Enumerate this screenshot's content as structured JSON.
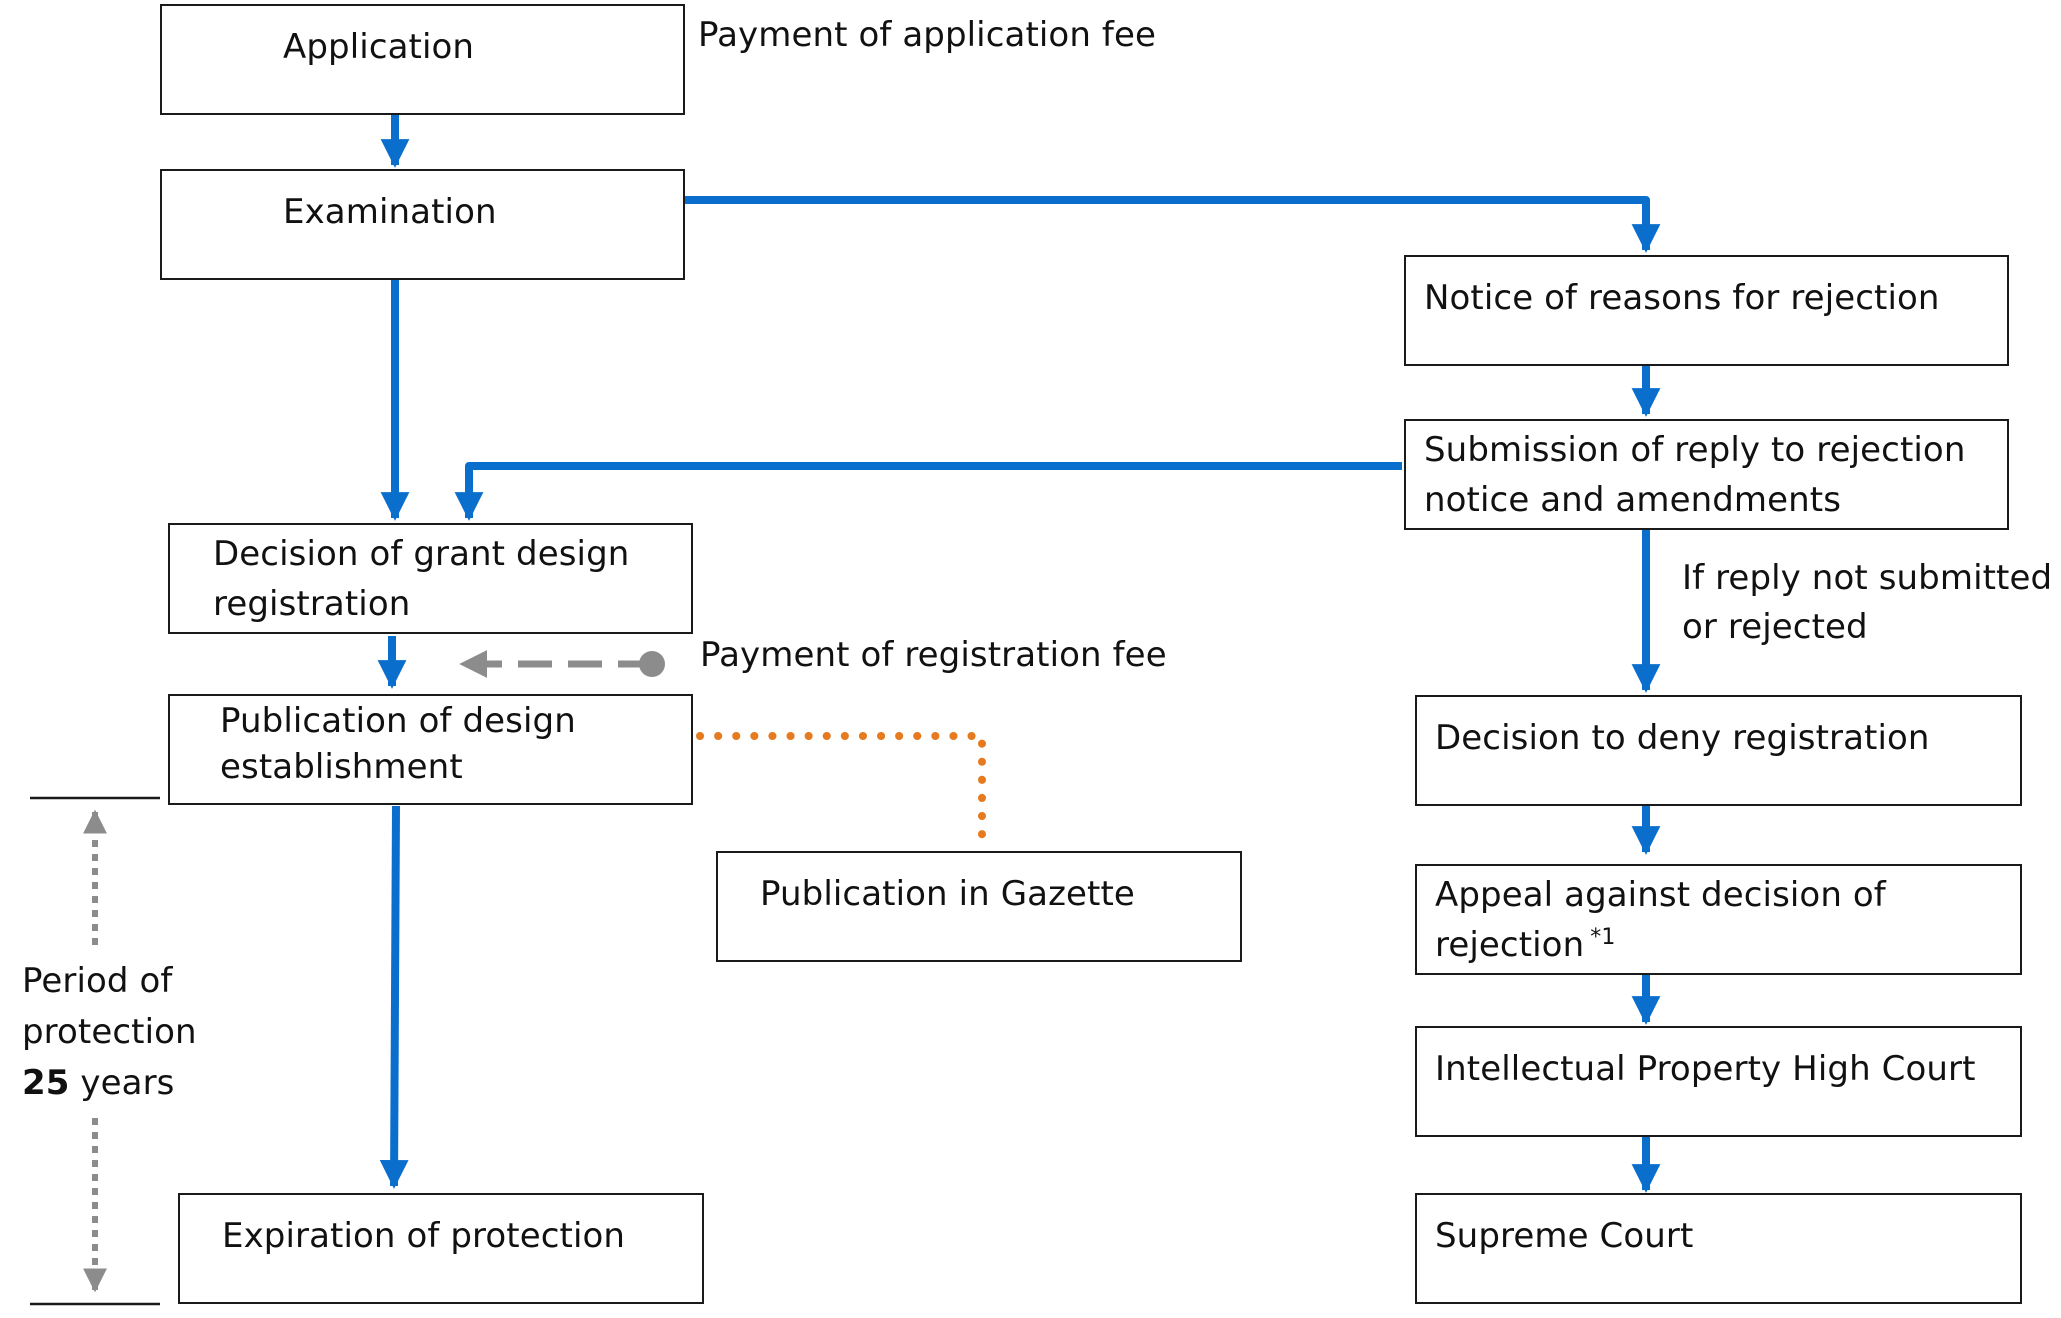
{
  "boxes": {
    "application": "Application",
    "examination": "Examination",
    "notice_rejection": "Notice of reasons for rejection",
    "submission_reply": [
      "Submission of reply to rejection",
      "notice and amendments"
    ],
    "decision_grant": [
      "Decision of grant design",
      "registration"
    ],
    "publication_establishment": [
      "Publication of design",
      "establishment"
    ],
    "publication_gazette": "Publication in Gazette",
    "expiration": "Expiration of protection",
    "decision_deny": "Decision to deny registration",
    "appeal": [
      "Appeal against decision of",
      "rejection"
    ],
    "appeal_footnote": "*1",
    "ip_high_court": "Intellectual Property High Court",
    "supreme_court": "Supreme Court"
  },
  "annotations": {
    "application_fee": "Payment of application fee",
    "registration_fee": "Payment of registration fee",
    "reply_condition": [
      "If reply not submitted",
      "or rejected"
    ],
    "period_line1": "Period of",
    "period_line2": "protection",
    "period_number": "25",
    "period_unit": " years"
  },
  "colors": {
    "flow_arrow": "#0a6fcc",
    "fee_arrow": "#8c8c8c",
    "gazette_link": "#e67a1e",
    "period_arrow": "#8c8c8c",
    "box_border": "#1a1a1a"
  }
}
